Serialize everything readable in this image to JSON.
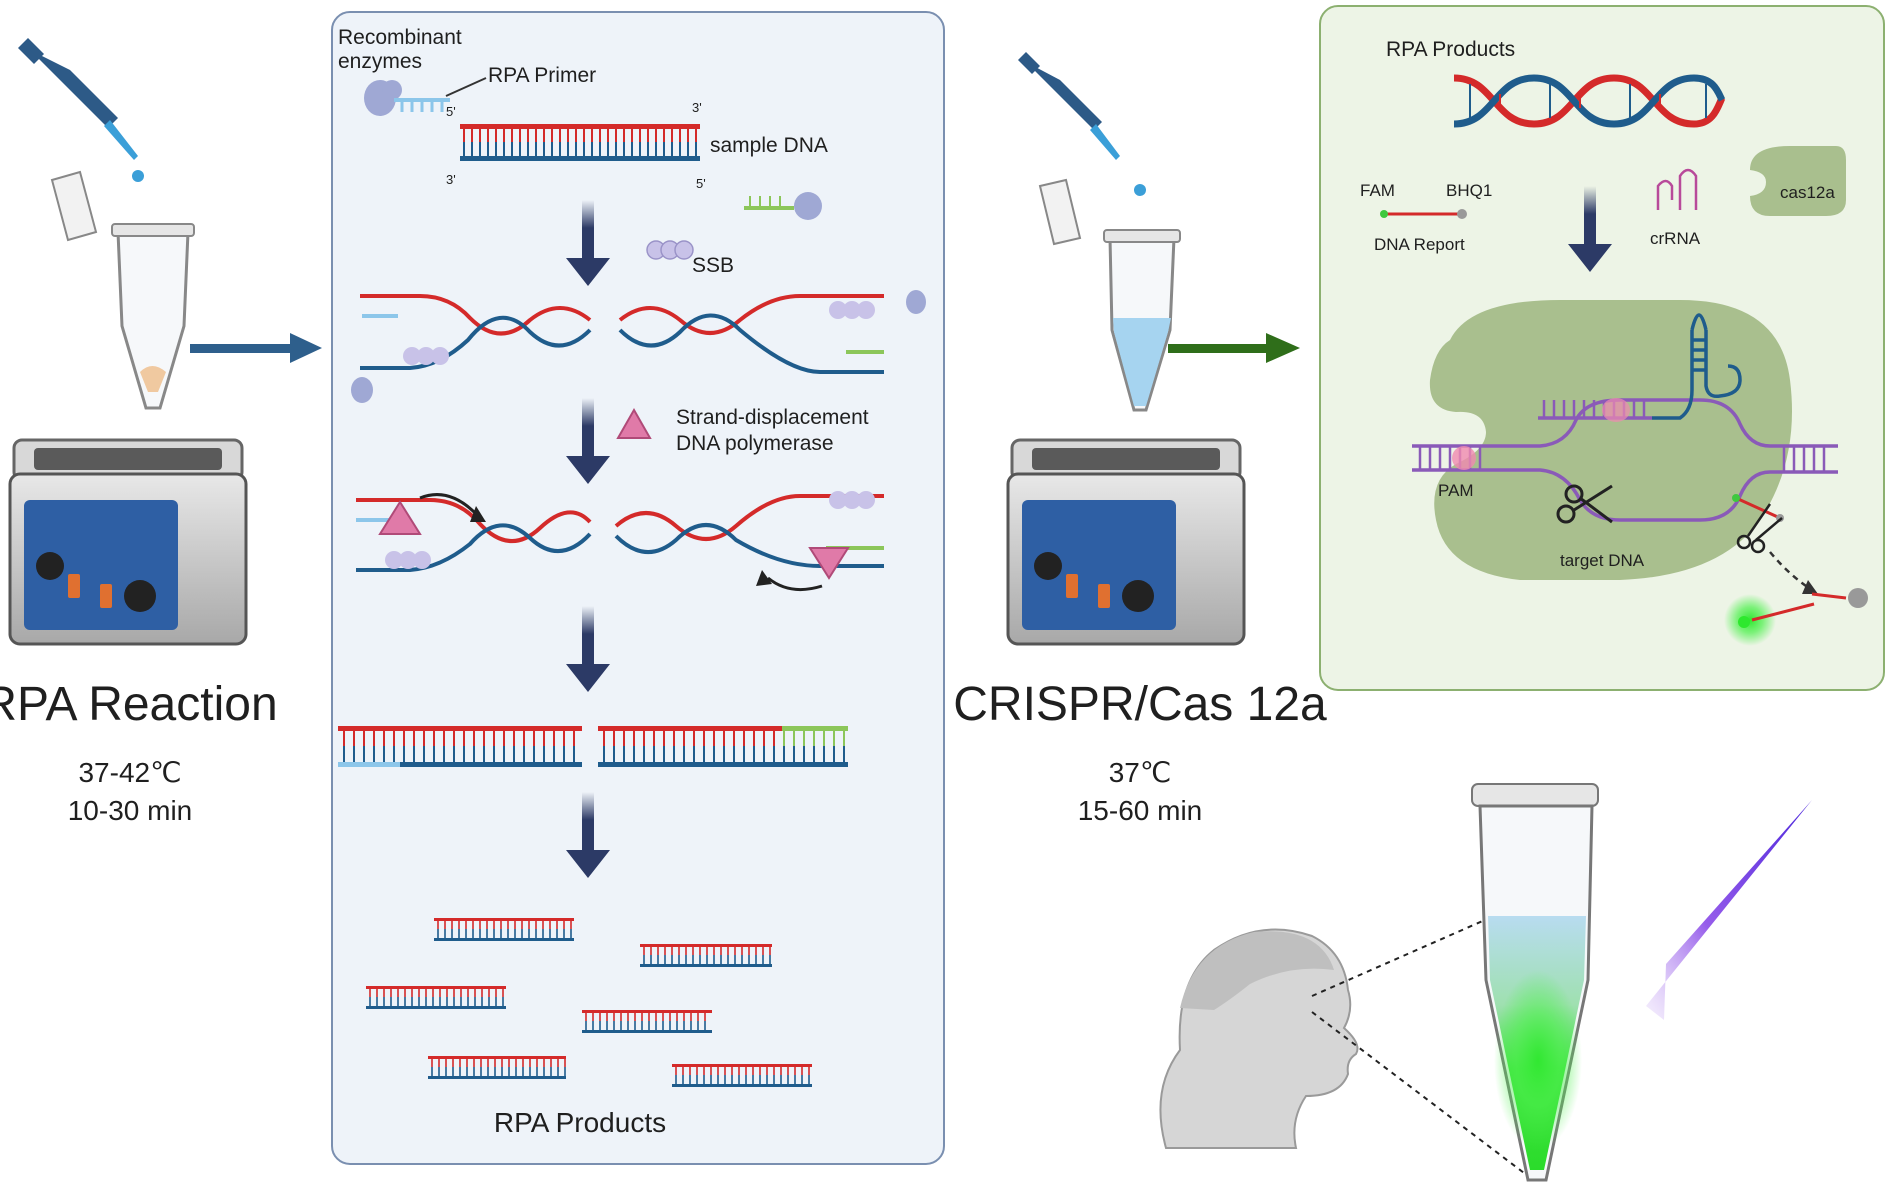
{
  "left": {
    "title": "RPA Reaction",
    "temp": "37-42℃",
    "time": "10-30 min"
  },
  "middle": {
    "recombinant": [
      "Recombinant",
      "enzymes"
    ],
    "primer": "RPA Primer",
    "sample_dna": "sample DNA",
    "end_5a": "5'",
    "end_3a": "3'",
    "end_3b": "3'",
    "end_5b": "5'",
    "ssb": "SSB",
    "polymerase": [
      "Strand-displacement",
      "DNA polymerase"
    ],
    "products": "RPA Products"
  },
  "crispr": {
    "title": "CRISPR/Cas 12a",
    "temp": "37℃",
    "time": "15-60 min"
  },
  "right": {
    "products": "RPA Products",
    "fam": "FAM",
    "bhq": "BHQ1",
    "report": "DNA Report",
    "crrna": "crRNA",
    "cas": "cas12a",
    "pam": "PAM",
    "target": "target DNA"
  },
  "colors": {
    "red_strand": "#d42a2a",
    "blue_strand": "#1f5c8c",
    "light_blue": "#8cc6ea",
    "green_primer": "#8cc65a",
    "panel_blue": "#eef3f9",
    "panel_green": "#edf4e6",
    "cas_green": "#a9bf8e",
    "arrow_navy": "#2c3a66",
    "arrow_green": "#2f6e1a",
    "fluor_green": "#2ee82e",
    "uv_purple": "#6a1ad8"
  }
}
